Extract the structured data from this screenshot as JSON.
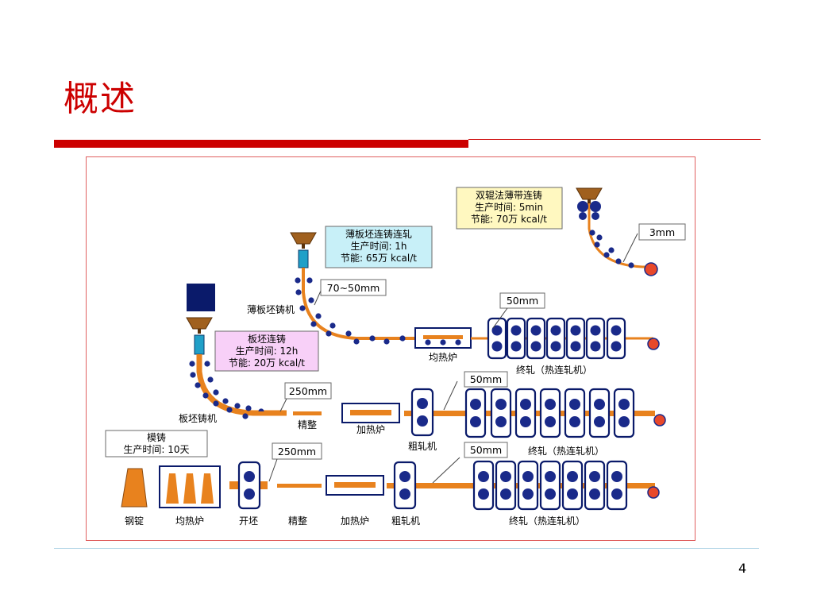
{
  "title": "概述",
  "page_number": "4",
  "colors": {
    "accent": "#cc0000",
    "steel": "#e8821e",
    "roll": "#1a2a8a",
    "frame": "#0a1a6a"
  },
  "diagram": {
    "twin_roll": {
      "title": "双辊法薄带连铸",
      "time": "生产时间:  5min",
      "energy": "节能:  70万 kcal/t",
      "thickness": "3mm"
    },
    "thin_slab": {
      "title": "薄板坯连铸连轧",
      "time": "生产时间:  1h",
      "energy": "节能:  65万 kcal/t",
      "thickness": "70~50mm",
      "machine": "薄板坯铸机",
      "soaking": "均热炉",
      "finish_thickness": "50mm",
      "finishing": "终轧（热连轧机）"
    },
    "slab": {
      "title": "板坯连铸",
      "time": "生产时间:  12h",
      "energy": "节能:  20万 kcal/t",
      "machine": "板坯铸机",
      "thickness": "250mm",
      "conditioning": "精整",
      "reheating": "加热炉",
      "roughing": "粗轧机",
      "finish_thickness": "50mm",
      "finishing": "终轧（热连轧机）"
    },
    "ingot": {
      "title": "模铸",
      "time": "生产时间:  10天",
      "ingot": "钢锭",
      "soaking": "均热炉",
      "blooming": "开坯",
      "thickness": "250mm",
      "conditioning": "精整",
      "reheating": "加热炉",
      "roughing": "粗轧机",
      "finish_thickness": "50mm",
      "finishing": "终轧（热连轧机）"
    }
  }
}
